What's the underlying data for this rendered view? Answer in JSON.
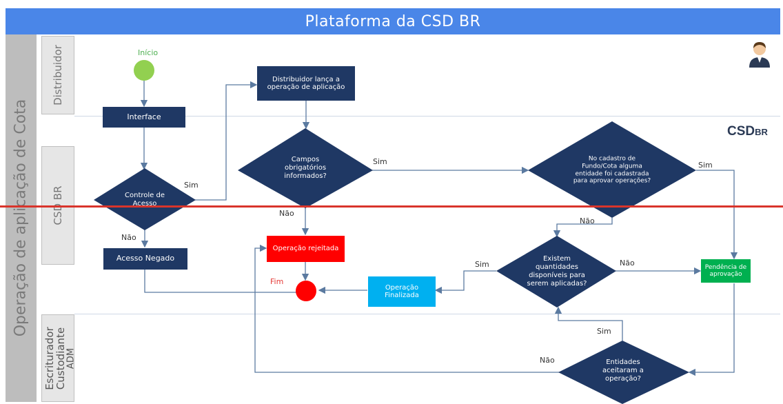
{
  "header": {
    "title": "Plataforma da CSD BR"
  },
  "lanes": {
    "outer": "Operação de aplicação de Cota",
    "distribuidor": "Distribuidor",
    "csd": "CSD BR",
    "escriturador": "Escriturador",
    "custodiante": "Custodiante",
    "adm": "ADM"
  },
  "logo": {
    "main": "CSD",
    "suffix": "BR"
  },
  "nodes": {
    "inicio": "Início",
    "interface": "Interface",
    "controle": "Controle de Acesso",
    "acesso_negado": "Acesso Negado",
    "distribuidor_lanca": "Distribuidor lança a operação de aplicação",
    "campos": "Campos obrigatórios informados?",
    "cadastro": "No cadastro de Fundo/Cota alguma entidade foi cadastrada para aprovar operações?",
    "operacao_rejeitada": "Operação rejeitada",
    "existem": "Existem quantidades disponíveis para serem aplicadas?",
    "pendencia": "Pendência de aprovação",
    "operacao_finalizada": "Operação Finalizada",
    "fim": "Fim",
    "entidades": "Entidades aceitaram a operação?"
  },
  "edge_labels": {
    "controle_sim": "Sim",
    "controle_nao": "Não",
    "campos_sim": "Sim",
    "campos_nao": "Não",
    "cadastro_sim": "Sim",
    "cadastro_nao": "Não",
    "existem_sim": "Sim",
    "existem_nao": "Não",
    "entidades_sim": "Sim",
    "entidades_nao": "Não"
  },
  "colors": {
    "header": "#4a86e8",
    "process": "#1f3864",
    "start": "#92d050",
    "end": "#ff0000",
    "rejected": "#ff0000",
    "finished": "#00b0f0",
    "pending": "#00b050",
    "overlay_line": "#d9342b"
  }
}
